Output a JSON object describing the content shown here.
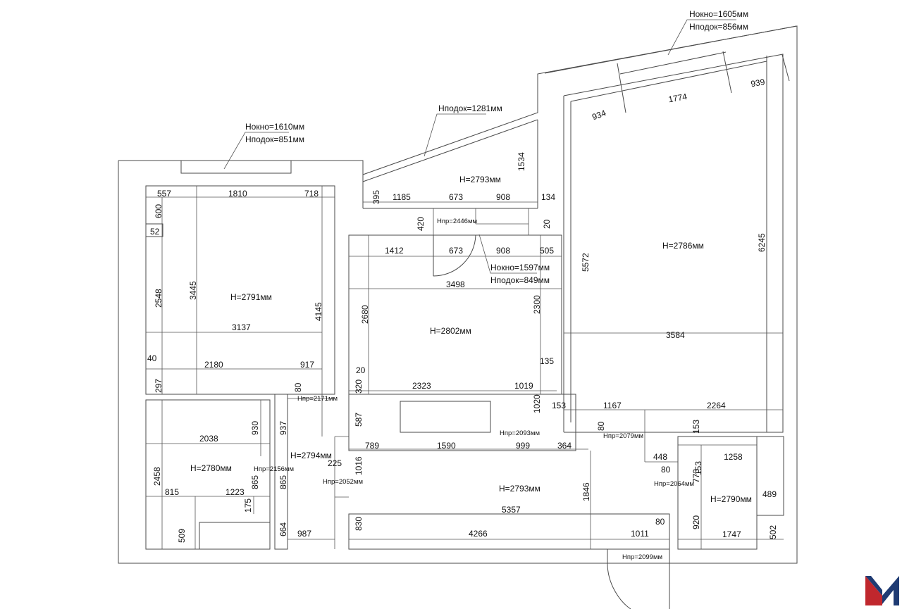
{
  "labels": {
    "win_top_okno": "Hокно=1605мм",
    "win_top_podok": "Hподок=856мм",
    "win_left_okno": "Hокно=1610мм",
    "win_left_podok": "Hподок=851мм",
    "win_mid_podok": "Hподок=1281мм",
    "win_door_okno": "Hокно=1597мм",
    "win_door_podok": "Hподок=849мм",
    "h_left_room": "H=2791мм",
    "h_mid_top": "H=2793мм",
    "h_kitchen": "H=2802мм",
    "h_right_room": "H=2786мм",
    "h_bath_left": "H=2780мм",
    "h_corr": "H=2794мм",
    "h_hall": "H=2793мм",
    "h_bath_right": "H=2790мм",
    "hp_2446": "Hпр=2446мм",
    "hp_2171": "Hпр=2171мм",
    "hp_2156": "Hпр=2156мм",
    "hp_2052": "Hпр=2052мм",
    "hp_2093": "Hпр=2093мм",
    "hp_2079": "Hпр=2079мм",
    "hp_2064": "Hпр=2064мм",
    "hp_2099": "Hпр=2099мм"
  },
  "dimensions": [
    "557",
    "1810",
    "718",
    "600",
    "52",
    "2548",
    "3445",
    "4145",
    "3137",
    "40",
    "2180",
    "917",
    "297",
    "80",
    "930",
    "2038",
    "937",
    "2458",
    "865",
    "865",
    "815",
    "1223",
    "175",
    "509",
    "664",
    "987",
    "225",
    "1016",
    "830",
    "395",
    "1185",
    "673",
    "908",
    "134",
    "1534",
    "420",
    "1412",
    "673",
    "908",
    "505",
    "20",
    "3498",
    "2680",
    "2300",
    "20",
    "320",
    "2323",
    "1019",
    "135",
    "587",
    "1020",
    "153",
    "789",
    "1590",
    "999",
    "364",
    "5357",
    "4266",
    "1011",
    "80",
    "934",
    "1774",
    "939",
    "5572",
    "6245",
    "3584",
    "1167",
    "2264",
    "80",
    "153",
    "448",
    "1258",
    "80",
    "773",
    "489",
    "1846",
    "920",
    "1747",
    "502"
  ],
  "logo": {
    "letter": "M",
    "color_red": "#c0272d",
    "color_blue": "#1f3b73"
  }
}
